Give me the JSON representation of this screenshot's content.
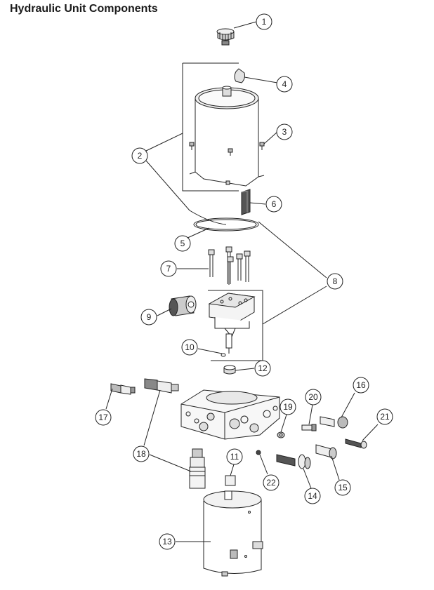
{
  "title": "Hydraulic Unit Components",
  "callouts": [
    "1",
    "2",
    "3",
    "4",
    "5",
    "6",
    "7",
    "8",
    "9",
    "10",
    "11",
    "12",
    "13",
    "14",
    "15",
    "16",
    "17",
    "18",
    "19",
    "20",
    "21",
    "22"
  ],
  "colors": {
    "stroke": "#222222",
    "fill": "#ffffff",
    "shade": "#d8d8d8",
    "dark": "#6a6a6a"
  }
}
